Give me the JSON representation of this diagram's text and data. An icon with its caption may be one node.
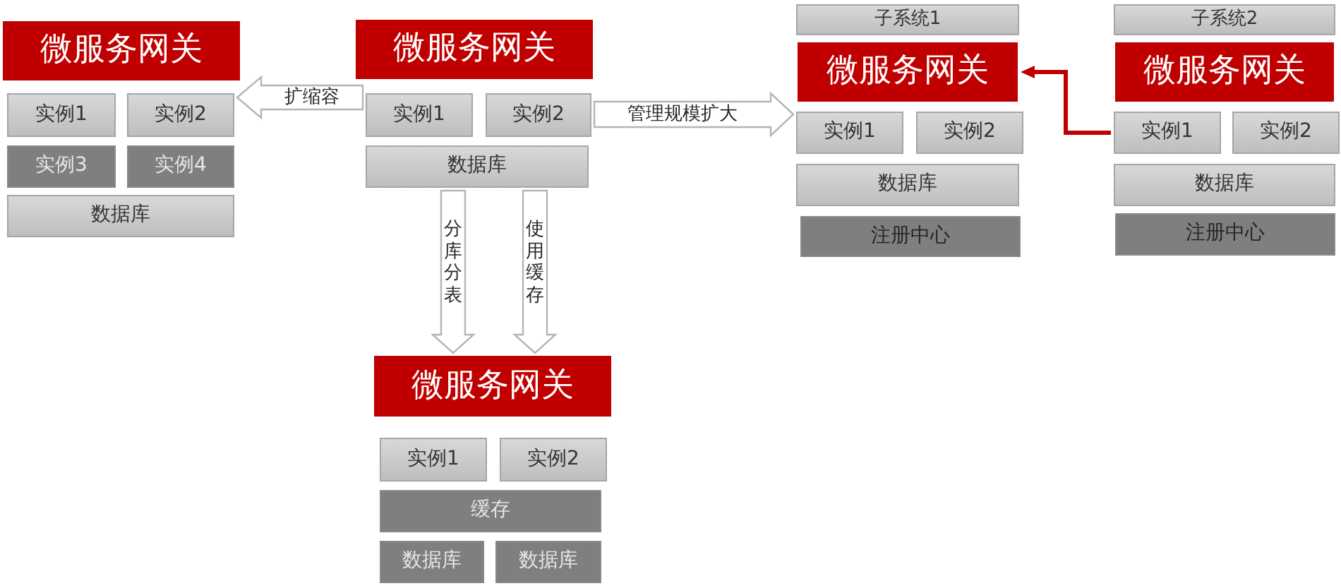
{
  "diagram": {
    "nodes": [
      {
        "text": [
          "微服务网关"
        ]
      },
      {
        "text": [
          "实例1"
        ]
      },
      {
        "text": [
          "实例2"
        ]
      },
      {
        "text": [
          "实例3"
        ]
      },
      {
        "text": [
          "实例4"
        ]
      },
      {
        "text": [
          "数据库"
        ]
      },
      {
        "text": [
          "微服务网关"
        ]
      },
      {
        "text": [
          "实例1"
        ]
      },
      {
        "text": [
          "实例2"
        ]
      },
      {
        "text": [
          "数据库"
        ]
      },
      {
        "text": [
          "子系统1"
        ]
      },
      {
        "text": [
          "微服务网关"
        ]
      },
      {
        "text": [
          "实例1"
        ]
      },
      {
        "text": [
          "实例2"
        ]
      },
      {
        "text": [
          "数据库"
        ]
      },
      {
        "text": [
          "注册中心"
        ]
      },
      {
        "text": [
          "子系统2"
        ]
      },
      {
        "text": [
          "微服务网关"
        ]
      },
      {
        "text": [
          "实例1"
        ]
      },
      {
        "text": [
          "实例2"
        ]
      },
      {
        "text": [
          "数据库"
        ]
      },
      {
        "text": [
          "注册中心"
        ]
      },
      {
        "text": [
          "微服务网关"
        ]
      },
      {
        "text": [
          "实例1"
        ]
      },
      {
        "text": [
          "实例2"
        ]
      },
      {
        "text": [
          "缓存"
        ]
      },
      {
        "text": [
          "数据库"
        ]
      },
      {
        "text": [
          "数据库"
        ]
      }
    ],
    "edges": [
      {
        "from": 7,
        "to": 2,
        "arrow": "to",
        "label": "扩缩容"
      },
      {
        "from": 8,
        "to": 12,
        "arrow": "to",
        "label": "管理规模扩大"
      },
      {
        "from": 9,
        "to": 22,
        "arrow": "to",
        "label": "分库分表"
      },
      {
        "from": 9,
        "to": 22,
        "arrow": "to",
        "label": "使用缓存"
      },
      {
        "from": 18,
        "to": 11,
        "arrow": "to",
        "color": "#c00000"
      }
    ]
  }
}
